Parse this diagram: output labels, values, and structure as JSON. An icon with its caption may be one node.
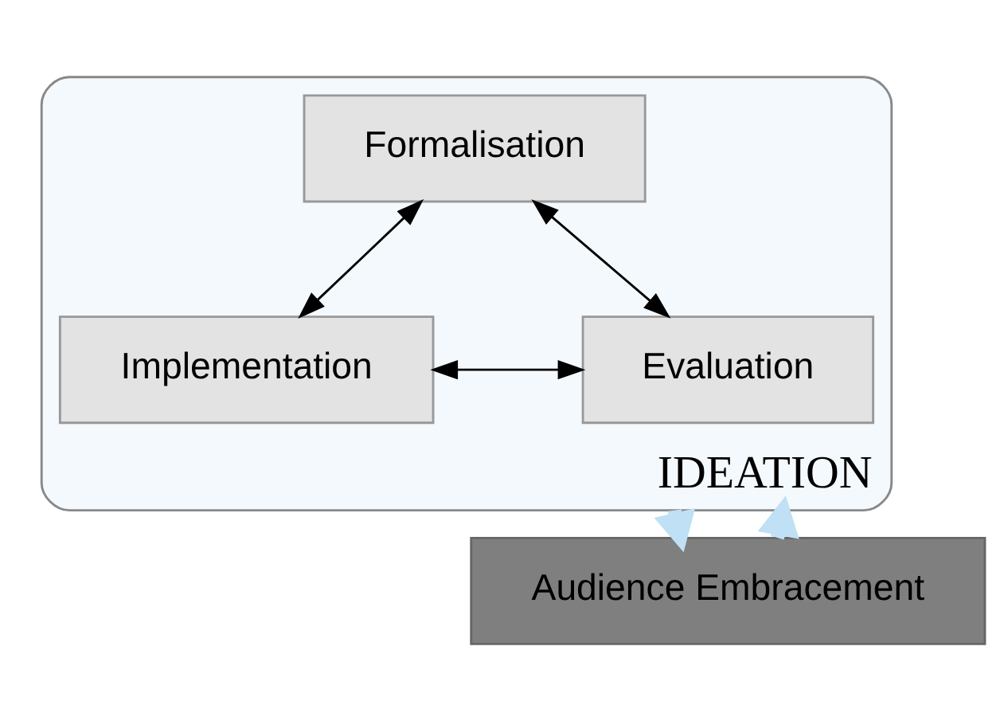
{
  "diagram": {
    "nodes": [
      {
        "text": [
          "IDEATION"
        ]
      },
      {
        "text": [
          "Formalisation"
        ],
        "in": 0
      },
      {
        "text": [
          "Implementation"
        ],
        "in": 0
      },
      {
        "text": [
          "Evaluation"
        ],
        "in": 0
      },
      {
        "text": [
          "Audience Embracement"
        ]
      }
    ],
    "edges": [
      {
        "from": 1,
        "to": 2,
        "arrow": "both"
      },
      {
        "from": 1,
        "to": 3,
        "arrow": "both"
      },
      {
        "from": 2,
        "to": 3,
        "arrow": "both"
      },
      {
        "from": 0,
        "to": 4,
        "arrow": "to",
        "style": "thick",
        "color": "#bfe0f5"
      },
      {
        "from": 4,
        "to": 0,
        "arrow": "to",
        "style": "thick",
        "color": "#bfe0f5"
      }
    ]
  }
}
